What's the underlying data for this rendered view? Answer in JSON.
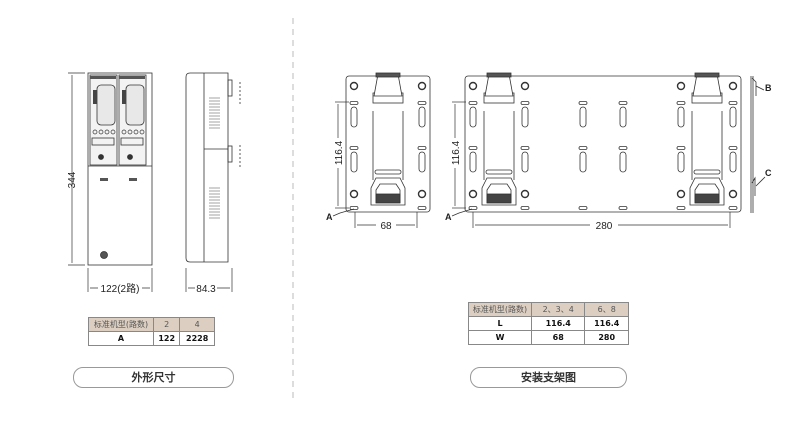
{
  "outline": {
    "height_dim": "344",
    "width_dim": "122(2路)",
    "depth_dim": "84.3",
    "table": {
      "headers": [
        "标准机型(路数)",
        "2",
        "4"
      ],
      "rows": [
        [
          "A",
          "122",
          "2228"
        ]
      ]
    },
    "caption": "外形尺寸"
  },
  "bracket": {
    "small": {
      "height_dim": "116.4",
      "width_dim": "68",
      "label_a": "A"
    },
    "large": {
      "height_dim": "116.4",
      "width_dim": "280",
      "label_a": "A"
    },
    "side": {
      "label_b": "B",
      "label_c": "C"
    },
    "table": {
      "headers": [
        "标准机型(路数)",
        "2、3、4",
        "6、8"
      ],
      "rows": [
        [
          "L",
          "116.4",
          "116.4"
        ],
        [
          "W",
          "68",
          "280"
        ]
      ]
    },
    "caption": "安装支架图"
  }
}
